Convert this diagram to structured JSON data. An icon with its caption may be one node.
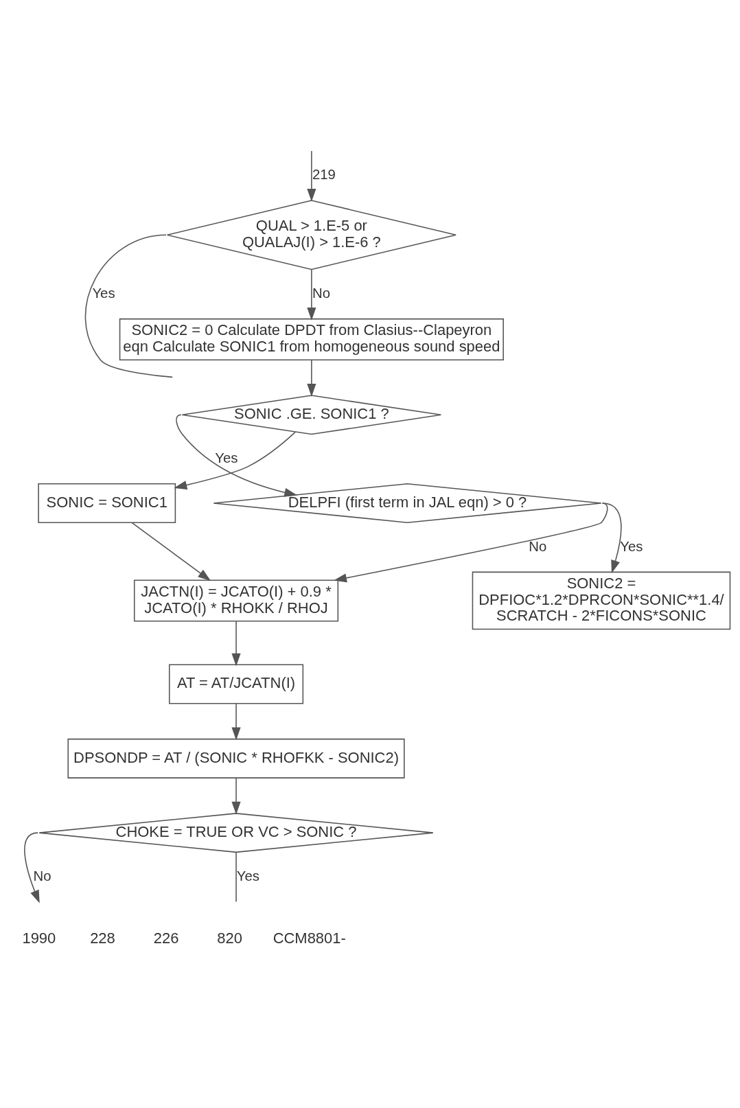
{
  "diagram": {
    "nodes": [
      {
        "text": [
          "QUAL > 1.E-5 or QUALAJ(I) > 1.E-6 ?"
        ]
      },
      {
        "text": [
          "SONIC2 = 0 Calculate DPDT from Clasius--Clapeyron eqn Calculate SONIC1 from homogeneous sound speed"
        ]
      },
      {
        "text": [
          "SONIC .GE. SONIC1 ?"
        ]
      },
      {
        "text": [
          "SONIC = SONIC1"
        ]
      },
      {
        "text": [
          "DELPFI (first term in JAL eqn) > 0 ?"
        ]
      },
      {
        "text": [
          "SONIC2 = DPFIOC*1.2*DPRCON*SONIC**1.4/ SCRATCH - 2*FICONS*SONIC"
        ]
      },
      {
        "text": [
          "JACTN(I) = JCATO(I) + 0.9 * JCATO(I) * RHOKK / RHOJ"
        ]
      },
      {
        "text": [
          "AT = AT/JCATN(I)"
        ]
      },
      {
        "text": [
          "DPSONDP = AT / (SONIC * RHOFKK - SONIC2)"
        ]
      },
      {
        "text": [
          "CHOKE = TRUE OR VC > SONIC ?"
        ]
      }
    ],
    "edges": [
      {
        "from": 0,
        "to": null,
        "arrow": "none",
        "label": "Yes"
      },
      {
        "from": 0,
        "to": 1,
        "arrow": "to",
        "label": "No"
      },
      {
        "from": null,
        "to": 0,
        "arrow": "to",
        "label": "219"
      },
      {
        "from": 1,
        "to": 2,
        "arrow": "to"
      },
      {
        "from": 2,
        "to": 4,
        "arrow": "to",
        "label": "Yes"
      },
      {
        "from": 2,
        "to": 3,
        "arrow": "to"
      },
      {
        "from": 3,
        "to": 6,
        "arrow": "to"
      },
      {
        "from": 4,
        "to": 5,
        "arrow": "to",
        "label": "Yes"
      },
      {
        "from": 4,
        "to": 6,
        "arrow": "to",
        "label": "No"
      },
      {
        "from": 6,
        "to": 7,
        "arrow": "to"
      },
      {
        "from": 7,
        "to": 8,
        "arrow": "to"
      },
      {
        "from": 8,
        "to": 9,
        "arrow": "to"
      },
      {
        "from": 9,
        "to": null,
        "arrow": "to",
        "label": "No"
      },
      {
        "from": 9,
        "to": null,
        "arrow": "none",
        "label": "Yes"
      }
    ],
    "labels": [
      "1990",
      "228",
      "226",
      "820",
      "CCM8801-"
    ]
  }
}
